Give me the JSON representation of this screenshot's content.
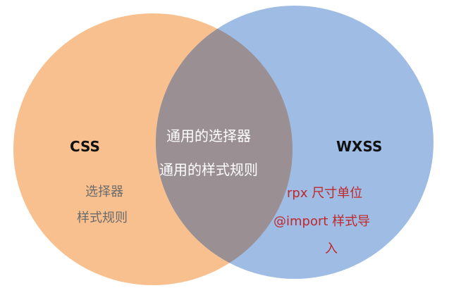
{
  "colors": {
    "css_circle": "#f8c08f",
    "wxss_circle": "#9ebce4",
    "overlap": "#9a8f92",
    "center_text": "#ffffff",
    "left_text": "#6b6b6b",
    "right_text": "#c0282b",
    "title_text": "#111111"
  },
  "venn": {
    "left": {
      "title": "CSS",
      "items": [
        "选择器",
        "样式规则"
      ]
    },
    "right": {
      "title": "WXSS",
      "items": [
        "rpx 尺寸单位",
        "@import 样式导",
        "入"
      ]
    },
    "overlap": {
      "items": [
        "通用的选择器",
        "通用的样式规则"
      ]
    }
  }
}
